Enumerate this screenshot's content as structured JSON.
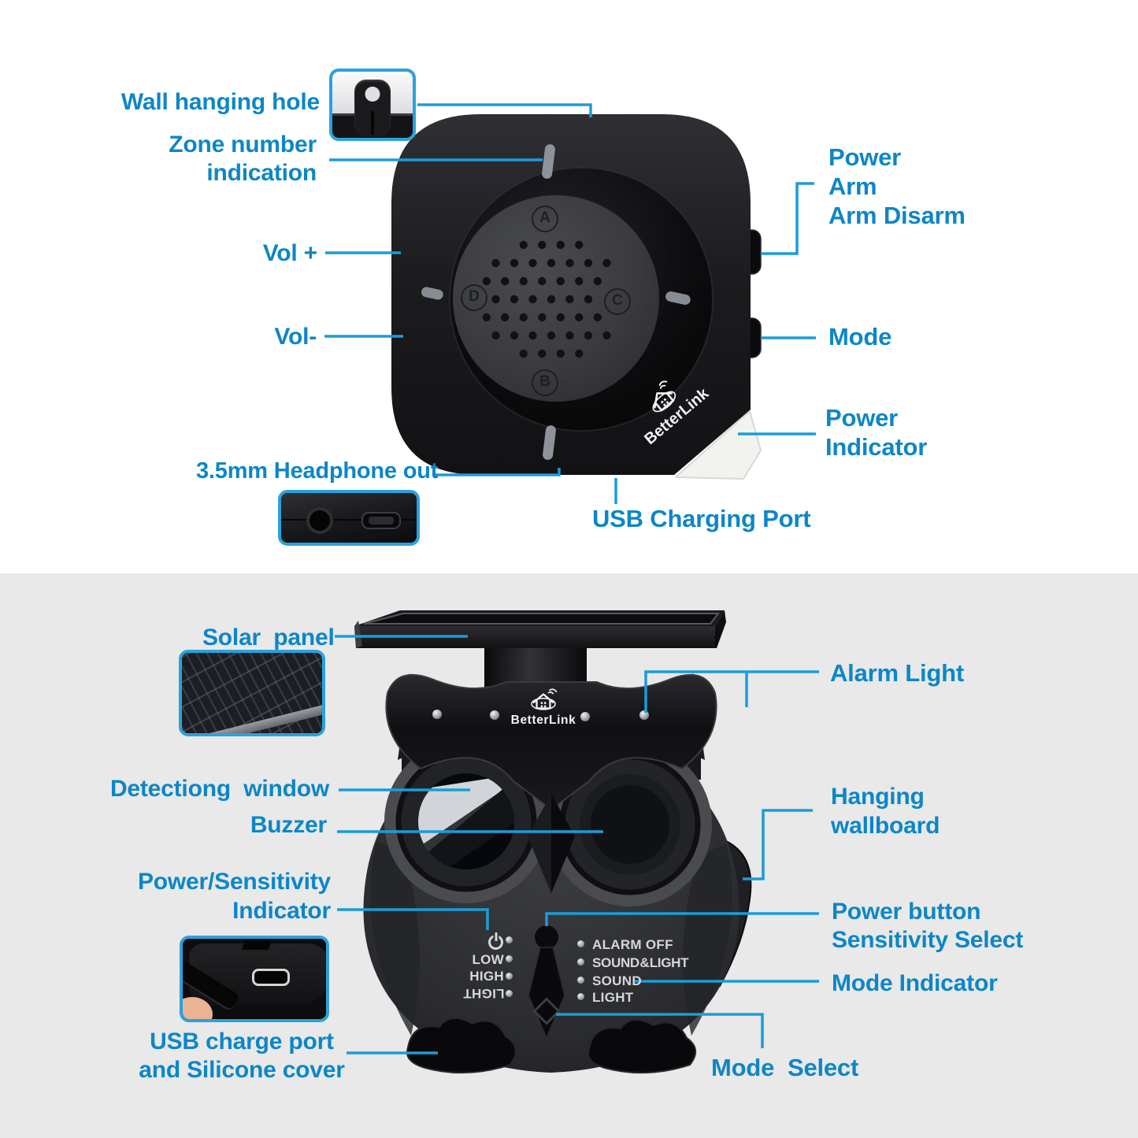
{
  "colors": {
    "accent_text": "#0d86c7",
    "leader_line": "#1b9cd8",
    "inset_border": "#2aa2dc",
    "bottom_section_bg": "#e8e9e8",
    "top_section_bg": "#ffffff"
  },
  "receiver_section": {
    "labels": {
      "wall_hanging_hole": "Wall hanging hole",
      "zone_number_indication": "Zone number\nindication",
      "vol_plus": "Vol +",
      "vol_minus": "Vol-",
      "headphone_out": "3.5mm Headphone out",
      "usb_charging_port": "USB Charging Port",
      "power_arm": "Power\nArm\nArm Disarm",
      "mode": "Mode",
      "power_indicator": "Power\nIndicator"
    },
    "device": {
      "brand": "BetterLink",
      "brand_icon": "house-wifi-icon",
      "zones": [
        "A",
        "B",
        "C",
        "D"
      ]
    }
  },
  "detector_section": {
    "labels": {
      "solar_panel": "Solar  panel",
      "alarm_light": "Alarm Light",
      "detecting_window": "Detectiong  window",
      "buzzer": "Buzzer",
      "power_sensitivity_indicator": "Power/Sensitivity\nIndicator",
      "hanging_wallboard": "Hanging\nwallboard",
      "power_button": "Power button\nSensitivity Select",
      "mode_indicator": "Mode Indicator",
      "mode_select": "Mode  Select",
      "usb_charge_port": "USB charge port\nand Silicone cover"
    },
    "device": {
      "brand": "BetterLink",
      "brand_icon": "house-wifi-icon",
      "power_icon": "power-icon",
      "sensitivity_labels": [
        "LOW",
        "HIGH",
        "LIGHT"
      ],
      "mode_labels": [
        "ALARM OFF",
        "SOUND & LIGHT",
        "SOUND",
        "LIGHT"
      ]
    }
  }
}
